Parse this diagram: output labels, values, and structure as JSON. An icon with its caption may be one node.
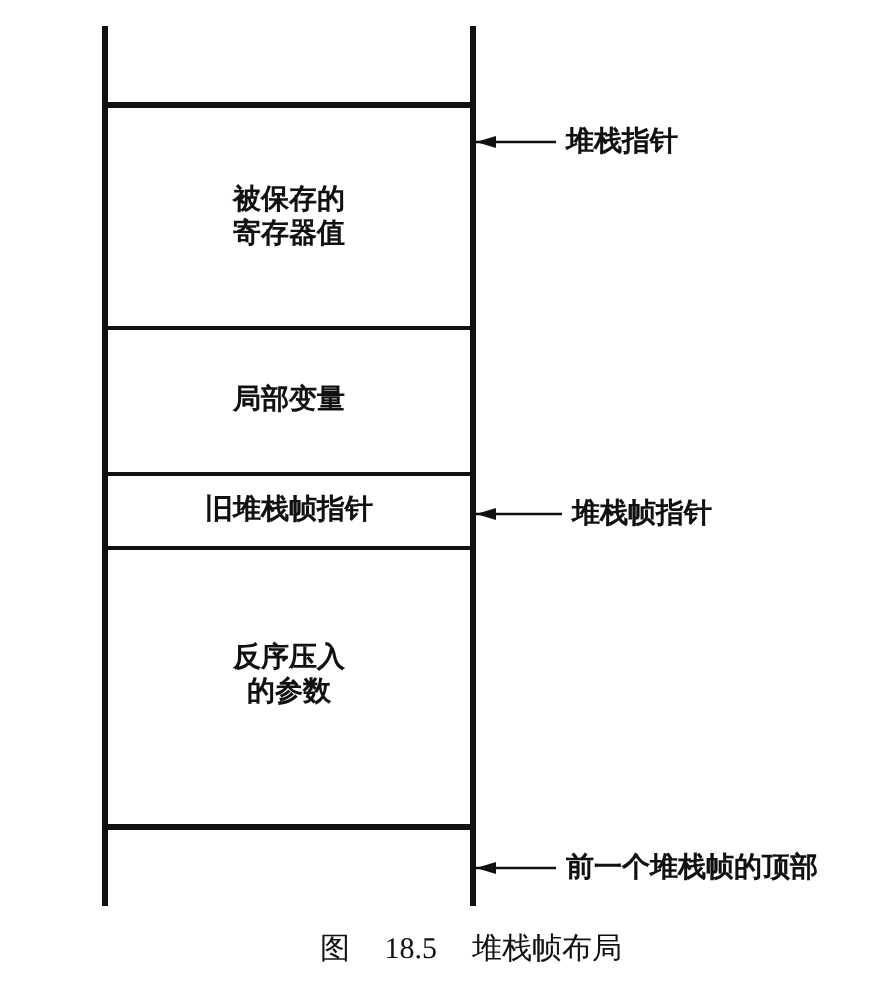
{
  "diagram": {
    "caption": "图 18.5 堆栈帧布局",
    "nodes": [
      {
        "text": [],
        "shape": "box"
      },
      {
        "text": [],
        "shape": "box"
      },
      {
        "text": [
          "被保存的寄存器值"
        ],
        "in": 1
      },
      {
        "text": [
          "局部变量"
        ],
        "in": 1
      },
      {
        "text": [
          "旧堆栈帧指针"
        ],
        "in": 1
      },
      {
        "text": [
          "反序压入的参数"
        ],
        "in": 1
      },
      {
        "text": [],
        "shape": "box"
      },
      {
        "text": [
          "堆栈指针"
        ]
      },
      {
        "text": [
          "堆栈帧指针"
        ]
      },
      {
        "text": [
          "前一个堆栈帧的顶部"
        ]
      }
    ],
    "edges": [
      {
        "from": 7,
        "to": 2,
        "arrow": "to"
      },
      {
        "from": 8,
        "to": 4,
        "arrow": "to"
      },
      {
        "from": 9,
        "to": 6,
        "arrow": "to"
      }
    ]
  }
}
